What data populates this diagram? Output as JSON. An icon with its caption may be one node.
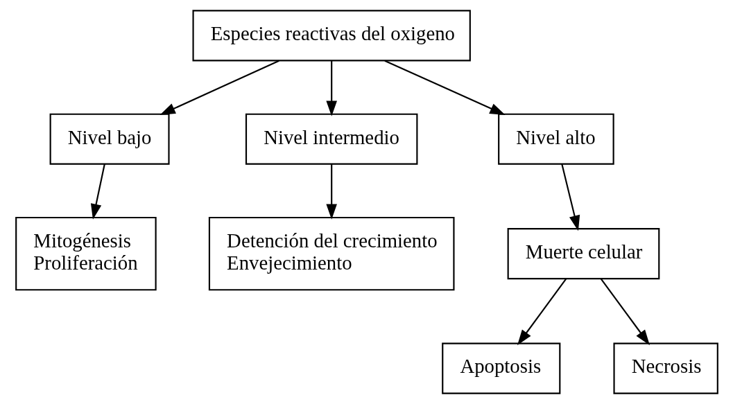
{
  "diagram": {
    "nodes": [
      {
        "text": [
          "Especies reactivas del oxigeno"
        ]
      },
      {
        "text": [
          "Nivel bajo"
        ]
      },
      {
        "text": [
          "Nivel intermedio"
        ]
      },
      {
        "text": [
          "Nivel alto"
        ]
      },
      {
        "text": [
          "Mitogénesis",
          "Proliferación"
        ]
      },
      {
        "text": [
          "Detención del crecimiento",
          "Envejecimiento"
        ]
      },
      {
        "text": [
          "Muerte celular"
        ]
      },
      {
        "text": [
          "Apoptosis"
        ]
      },
      {
        "text": [
          "Necrosis"
        ]
      }
    ],
    "edges": [
      {
        "from": 0,
        "to": 1,
        "arrow": "to"
      },
      {
        "from": 0,
        "to": 2,
        "arrow": "to"
      },
      {
        "from": 0,
        "to": 3,
        "arrow": "to"
      },
      {
        "from": 1,
        "to": 4,
        "arrow": "to"
      },
      {
        "from": 2,
        "to": 5,
        "arrow": "to"
      },
      {
        "from": 3,
        "to": 6,
        "arrow": "to"
      },
      {
        "from": 6,
        "to": 7,
        "arrow": "to"
      },
      {
        "from": 6,
        "to": 8,
        "arrow": "to"
      }
    ]
  }
}
